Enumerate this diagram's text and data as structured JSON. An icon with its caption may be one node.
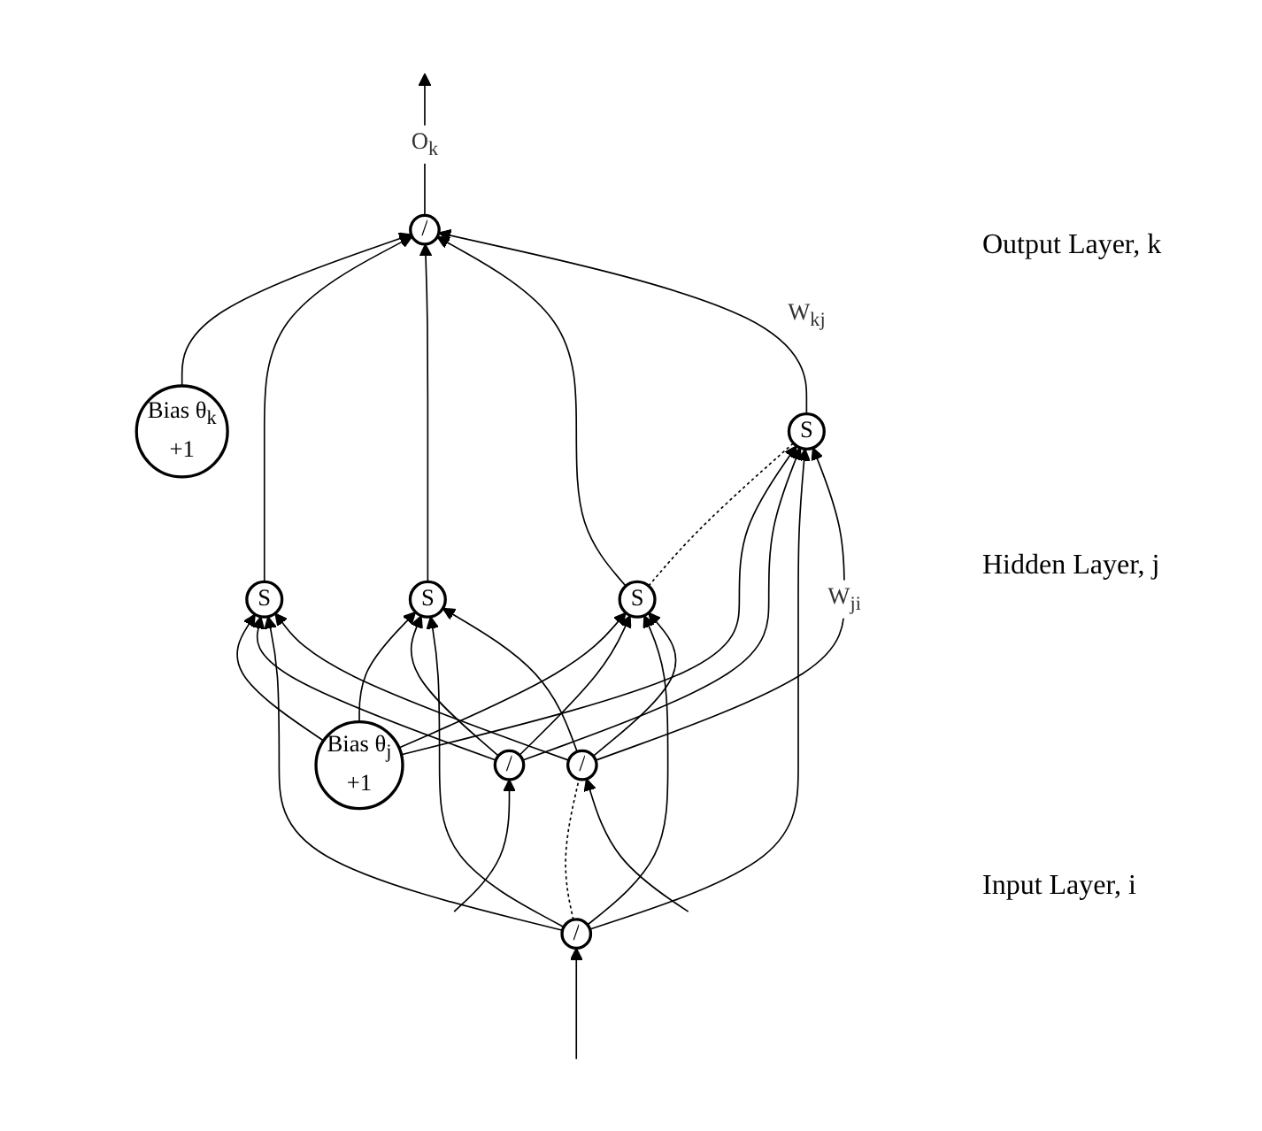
{
  "diagram": {
    "nodes": [
      {
        "text": [
          "/"
        ]
      },
      {
        "text": [
          "Bias θ$_{k}$",
          "+1"
        ]
      },
      {
        "text": [
          "S"
        ]
      },
      {
        "text": [
          "S"
        ]
      },
      {
        "text": [
          "S"
        ]
      },
      {
        "text": [
          "S"
        ]
      },
      {
        "text": [
          "Bias θ$_{j}$",
          "+1"
        ]
      },
      {
        "text": [
          "/"
        ]
      },
      {
        "text": [
          "/"
        ]
      },
      {
        "text": [
          "/"
        ]
      }
    ],
    "edges": [
      {
        "from": 0,
        "to": null,
        "arrow": "to",
        "label": "O$_{k}$"
      },
      {
        "from": 1,
        "to": 0,
        "arrow": "to"
      },
      {
        "from": 2,
        "to": 0,
        "arrow": "to"
      },
      {
        "from": 3,
        "to": 0,
        "arrow": "to"
      },
      {
        "from": 4,
        "to": 0,
        "arrow": "to"
      },
      {
        "from": 5,
        "to": 0,
        "arrow": "to",
        "label": "W$_{kj}$"
      },
      {
        "from": 4,
        "to": 5,
        "arrow": "none",
        "style": "dashed"
      },
      {
        "from": 6,
        "to": 2,
        "arrow": "to"
      },
      {
        "from": 6,
        "to": 3,
        "arrow": "to"
      },
      {
        "from": 6,
        "to": 4,
        "arrow": "to"
      },
      {
        "from": 6,
        "to": 5,
        "arrow": "to"
      },
      {
        "from": 7,
        "to": 2,
        "arrow": "to"
      },
      {
        "from": 7,
        "to": 3,
        "arrow": "to"
      },
      {
        "from": 7,
        "to": 4,
        "arrow": "to"
      },
      {
        "from": 7,
        "to": 5,
        "arrow": "to"
      },
      {
        "from": 8,
        "to": 2,
        "arrow": "to"
      },
      {
        "from": 8,
        "to": 3,
        "arrow": "to"
      },
      {
        "from": 8,
        "to": 4,
        "arrow": "to"
      },
      {
        "from": 8,
        "to": 5,
        "arrow": "to"
      },
      {
        "from": 9,
        "to": 2,
        "arrow": "to"
      },
      {
        "from": 9,
        "to": 3,
        "arrow": "to"
      },
      {
        "from": 9,
        "to": 4,
        "arrow": "to"
      },
      {
        "from": 9,
        "to": 5,
        "arrow": "to",
        "label": "W$_{ji}$"
      },
      {
        "from": 8,
        "to": 9,
        "arrow": "none",
        "style": "dashed"
      },
      {
        "from": null,
        "to": 7,
        "arrow": "to"
      },
      {
        "from": null,
        "to": 8,
        "arrow": "to"
      },
      {
        "from": null,
        "to": 9,
        "arrow": "to"
      }
    ],
    "labels": [
      "Output Layer, k",
      "Hidden Layer, j",
      "Input Layer, i"
    ]
  }
}
